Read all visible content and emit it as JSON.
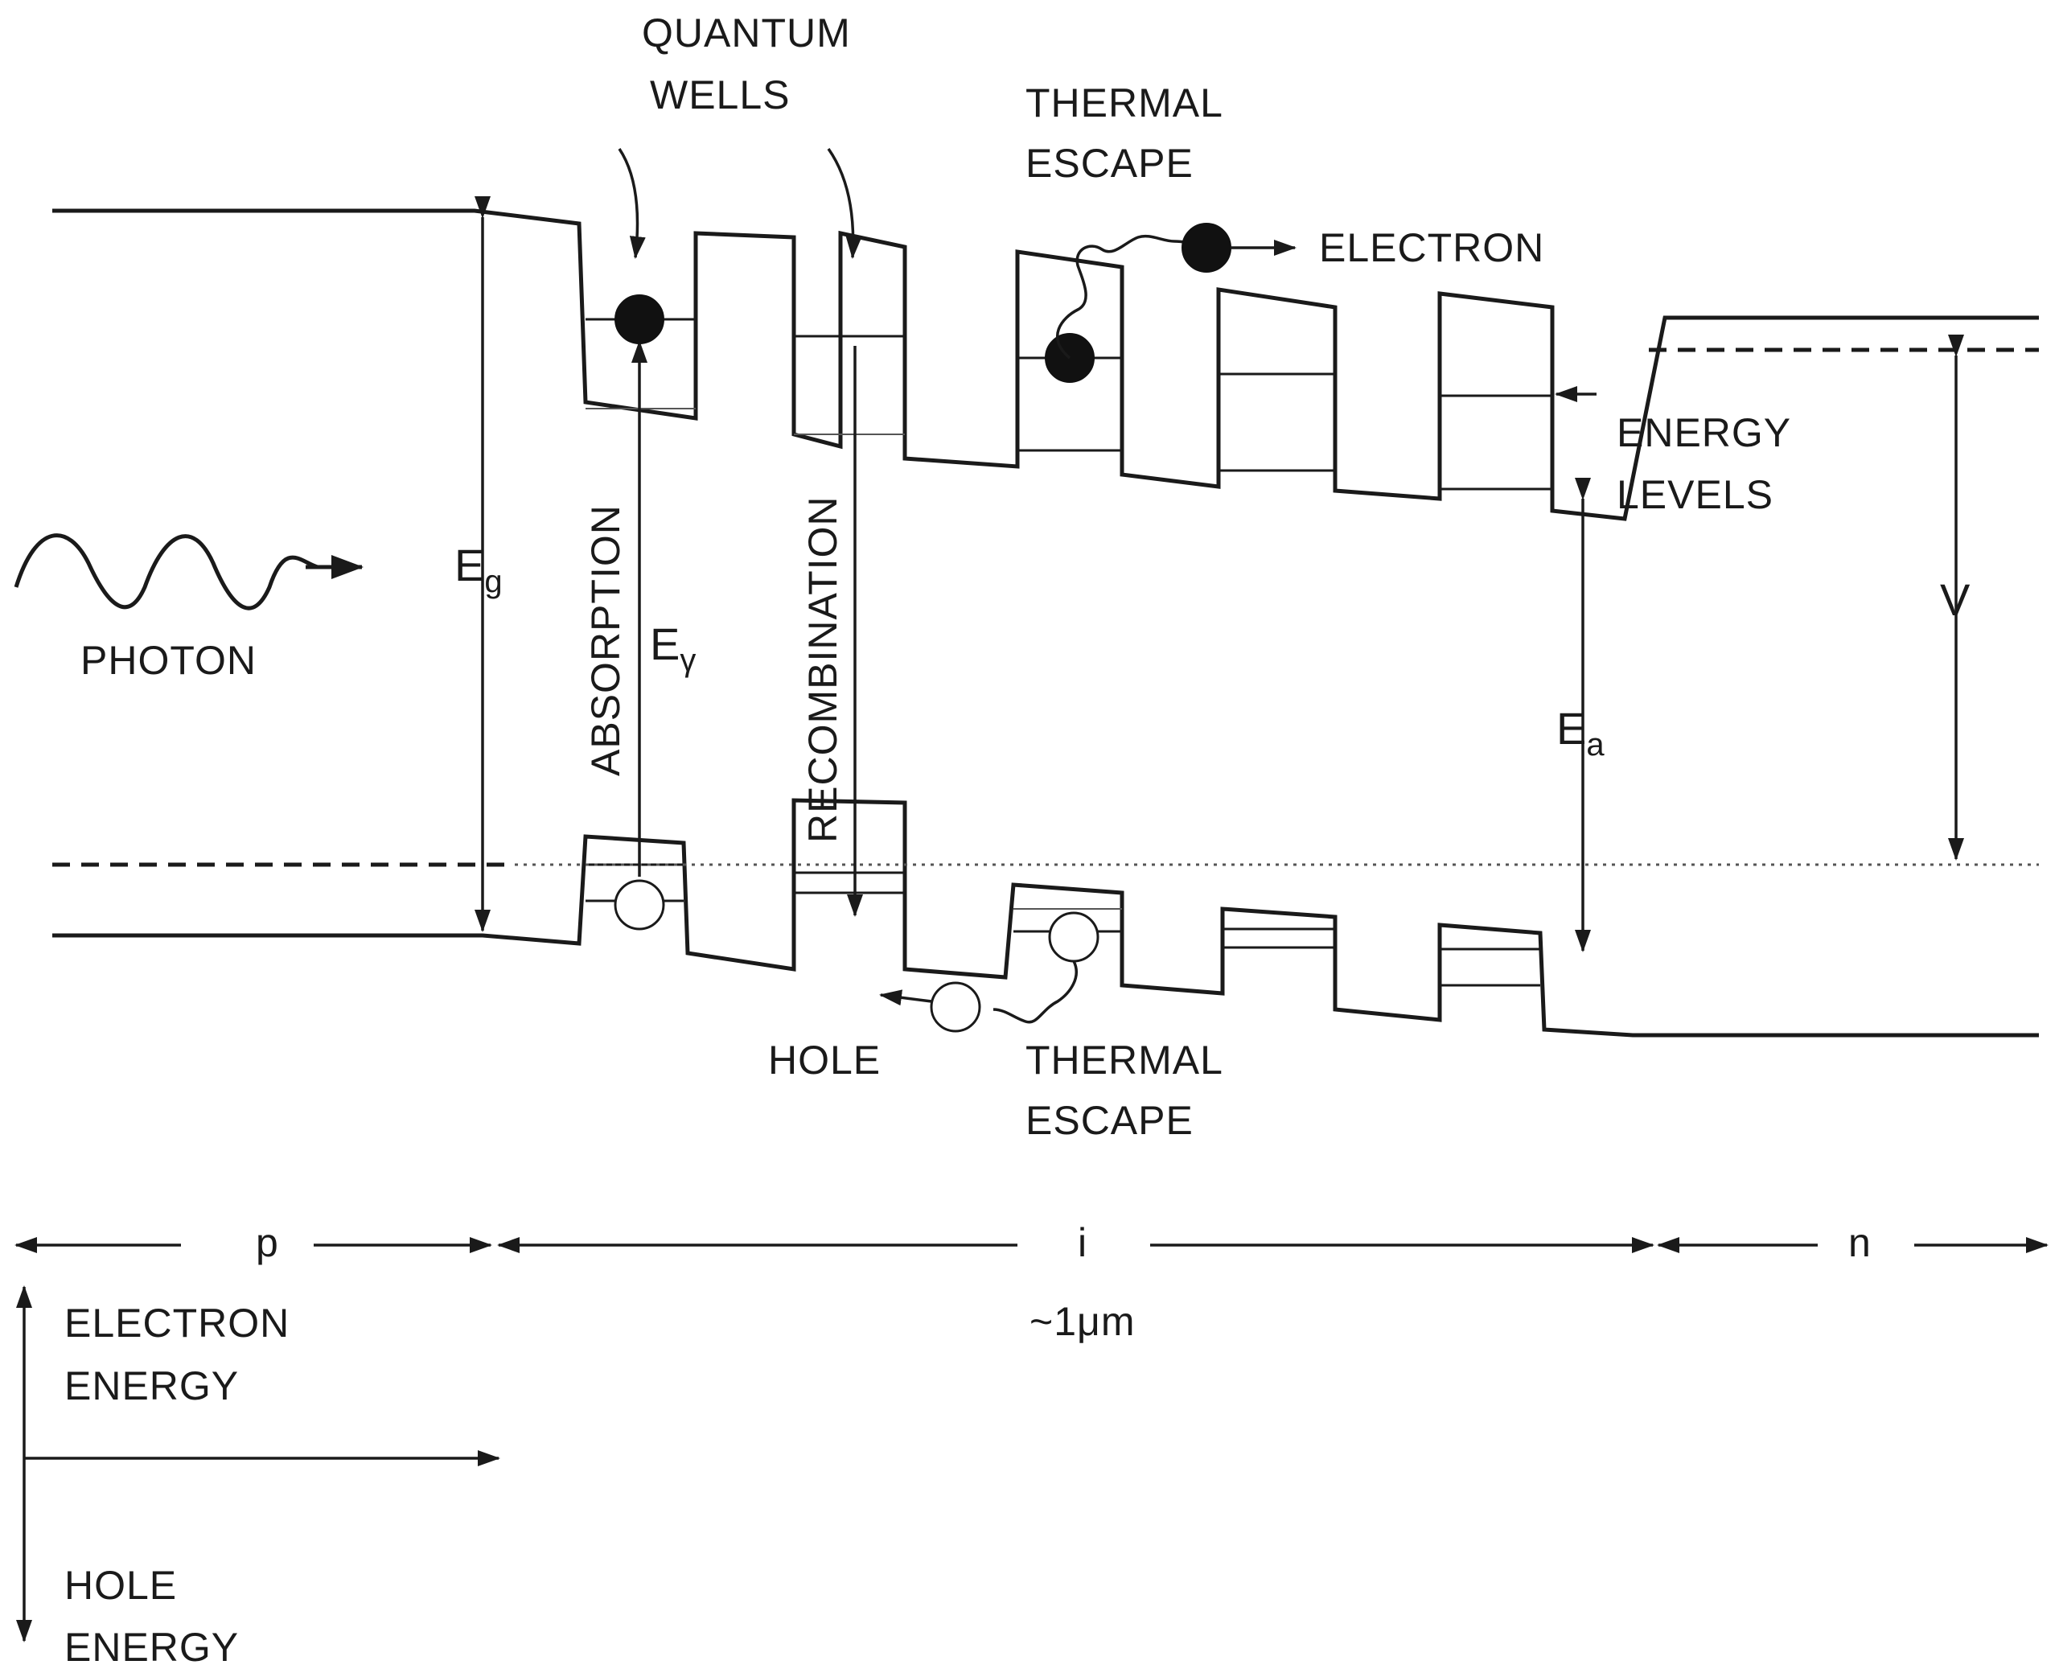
{
  "labels": {
    "quantum_wells_1": "QUANTUM",
    "quantum_wells_2": "WELLS",
    "thermal_escape_top_1": "THERMAL",
    "thermal_escape_top_2": "ESCAPE",
    "electron": "ELECTRON",
    "energy_levels_1": "ENERGY",
    "energy_levels_2": "LEVELS",
    "photon": "PHOTON",
    "eg_main": "E",
    "eg_sub": "g",
    "ey_main": "E",
    "ey_sub": "γ",
    "ea_main": "E",
    "ea_sub": "a",
    "v": "V",
    "absorption": "ABSORPTION",
    "recombination": "RECOMBINATION",
    "hole": "HOLE",
    "thermal_escape_bottom_1": "THERMAL",
    "thermal_escape_bottom_2": "ESCAPE",
    "region_p": "p",
    "region_i": "i",
    "region_n": "n",
    "thickness": "~1μm",
    "electron_energy_1": "ELECTRON",
    "electron_energy_2": "ENERGY",
    "hole_energy_1": "HOLE",
    "hole_energy_2": "ENERGY"
  }
}
